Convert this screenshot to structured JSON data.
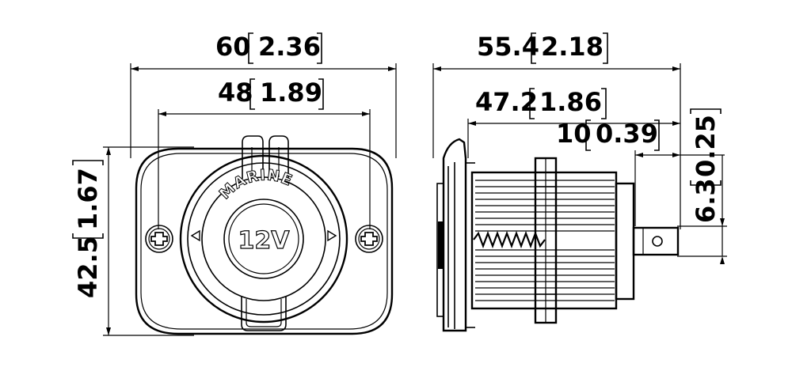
{
  "front_view": {
    "width_overall": {
      "mm": "60",
      "in": "2.36"
    },
    "hole_spacing": {
      "mm": "48",
      "in": "1.89"
    },
    "height": {
      "mm": "42.5",
      "in": "1.67"
    },
    "socket_label": "12V",
    "ring_text": "MARINE"
  },
  "side_view": {
    "overall_length": {
      "mm": "55.4",
      "in": "2.18"
    },
    "body_length": {
      "mm": "47.2",
      "in": "1.86"
    },
    "terminal_length": {
      "mm": "10",
      "in": "0.39"
    },
    "terminal_width": {
      "mm": "6.3",
      "in": "0.25"
    }
  }
}
